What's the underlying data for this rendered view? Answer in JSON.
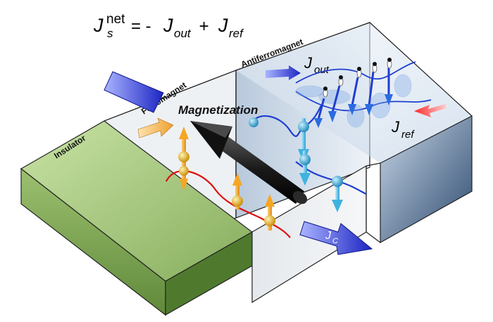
{
  "equation": {
    "lhs": "J",
    "lhs_sup": "net",
    "lhs_sub": "s",
    "rhs_prefix": "= - ",
    "term1": "J",
    "term1_sub": "out",
    "op": " + ",
    "term2": "J",
    "term2_sub": "ref"
  },
  "labels": {
    "insulator": "Insulator",
    "ferromagnet": "Ferromagnet",
    "antiferromagnet": "Antiferromagnet",
    "magnetization": "Magnetization",
    "j_out": "J",
    "j_out_sub": "out",
    "j_ref": "J",
    "j_ref_sub": "ref",
    "j_c": "J",
    "j_c_sub": "C"
  },
  "colors": {
    "insulator": "#8fb56a",
    "ferromagnet_spin": "#f5a623",
    "antiferromagnet_spin": "#3fb3e0",
    "current_arrow": "#2a34c8",
    "reflected_arrow": "#e02020",
    "red_path": "#e01010",
    "blue_path": "#1f3fcf"
  }
}
